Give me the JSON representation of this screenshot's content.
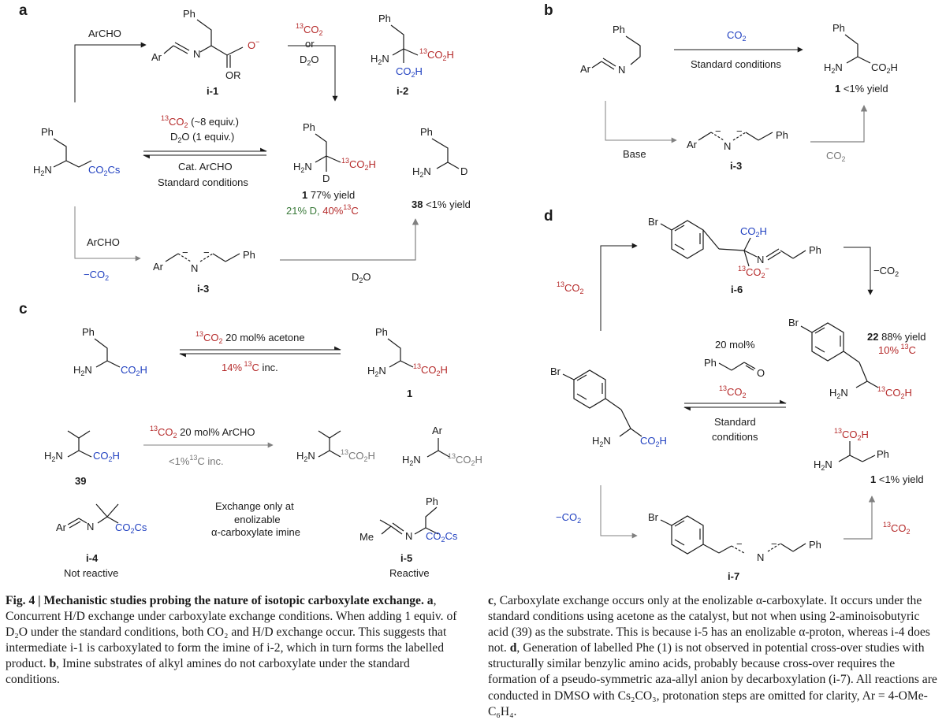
{
  "panels": {
    "a": "a",
    "b": "b",
    "c": "c",
    "d": "d"
  },
  "a": {
    "archo": "ArCHO",
    "co2_top": "CO",
    "or": "or",
    "d2o": "D",
    "minus_co2": "−CO",
    "i1_label": "i-1",
    "i2_label": "i-2",
    "i3_label": "i-3",
    "eq_top1": "CO (~8 equiv.)",
    "eq_top2": "D",
    "eq_bot1": "Cat. ArCHO",
    "eq_bot2": "Standard conditions",
    "yield_1": "77% yield",
    "label_1": "1",
    "dl": "21% D,",
    "cl": "40%",
    "label_38": "38",
    "yield_38": "<1% yield"
  },
  "b": {
    "co2": "CO",
    "std": "Standard conditions",
    "base": "Base",
    "co2_gray": "CO",
    "i3": "i-3",
    "label_1": "1",
    "yield_1": "<1% yield"
  },
  "c": {
    "conds1": "CO  20 mol% acetone",
    "inc1": "14%",
    "inc1_suffix": "C inc.",
    "label_1": "1",
    "conds2": "CO  20 mol% ArCHO",
    "inc2": "<1%",
    "inc2_suffix": "C inc.",
    "label_39": "39",
    "i4": "i-4",
    "i4_note": "Not reactive",
    "i5": "i-5",
    "i5_note": "Reactive",
    "mid1": "Exchange only at",
    "mid2": "enolizable",
    "mid3": "α-carboxylate imine"
  },
  "d": {
    "co2_red": "CO",
    "minus_co2_top": "−CO",
    "minus_co2_left": "−CO",
    "co2_red_right": "CO",
    "cat": "20 mol%",
    "conds_co2": "CO",
    "std1": "Standard",
    "std2": "conditions",
    "i6": "i-6",
    "i7": "i-7",
    "label_22": "22",
    "yield_22": "88% yield",
    "label_22c": "10%",
    "label_1": "1",
    "yield_1": "<1% yield"
  },
  "chem": {
    "Ph": "Ph",
    "Ar": "Ar",
    "Br": "Br",
    "Me": "Me",
    "N": "N",
    "D": "D",
    "OR": "OR",
    "Cs": "Cs",
    "O": "O",
    "sup13": "13",
    "o_minus": "−"
  },
  "caption": {
    "fig": "Fig. 4 |",
    "title": "Mechanistic studies probing the nature of isotopic carboxylate exchange.",
    "a_text": "Concurrent H/D exchange under carboxylate exchange conditions. When adding 1 equiv. of D₂O under the standard conditions, both CO₂ and H/D exchange occur. This suggests that intermediate i-1 is carboxylated to form the imine of i-2, which in turn forms the labelled product.",
    "b_text": "Imine substrates of alkyl amines do not carboxylate under the standard conditions.",
    "c_text": "Carboxylate exchange occurs only at the enolizable α-carboxylate. It occurs under the standard conditions using acetone as the catalyst, but not when using 2-aminoisobutyric acid (39) as the substrate. This is because i-5 has an enolizable α-proton, whereas i-4 does not.",
    "d_text": "Generation of labelled Phe (1) is not observed in potential cross-over studies with structurally similar benzylic amino acids, probably because cross-over requires the formation of a pseudo-symmetric aza-allyl anion by decarboxylation (i-7). All reactions are conducted in DMSO with Cs₂CO₃, protonation steps are omitted for clarity, Ar = 4-OMe-C₆H₄."
  }
}
